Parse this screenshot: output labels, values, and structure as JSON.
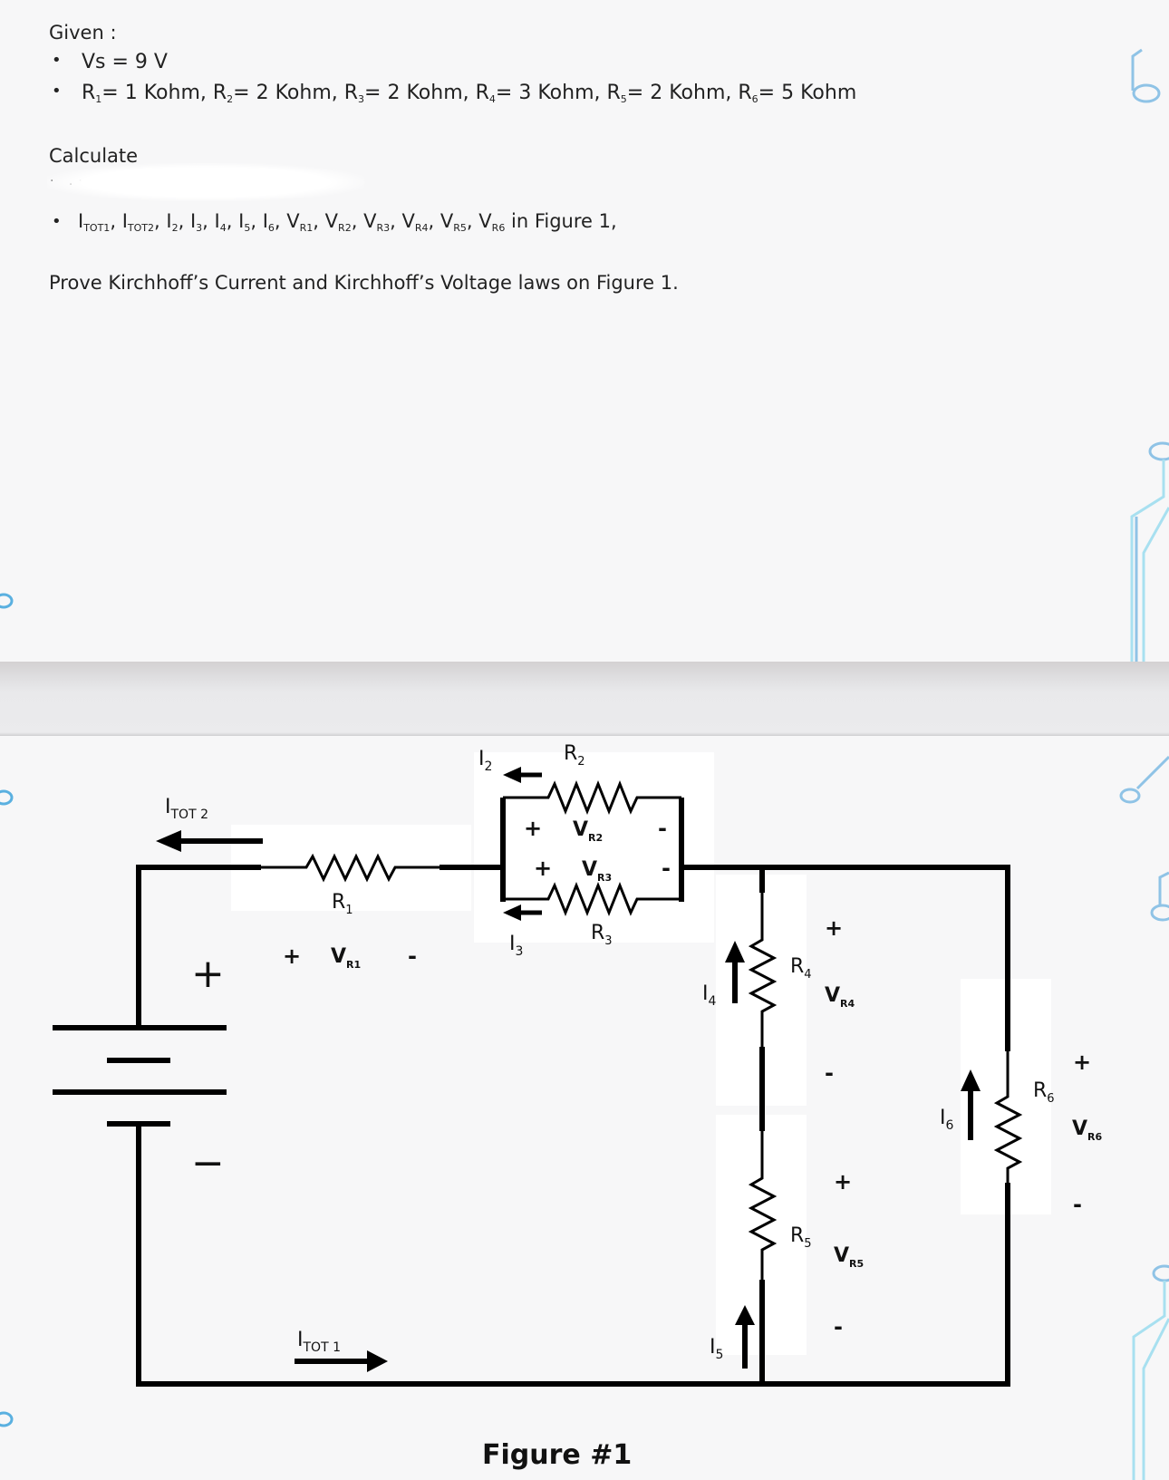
{
  "given": {
    "heading": "Given :",
    "items": [
      {
        "text": "Vs = 9 V"
      },
      {
        "resistors": [
          {
            "name": "R",
            "sub": "1",
            "value": "= 1 Kohm,"
          },
          {
            "name": "R",
            "sub": "2",
            "value": "= 2 Kohm,"
          },
          {
            "name": "R",
            "sub": "3",
            "value": "= 2 Kohm,"
          },
          {
            "name": "R",
            "sub": "4",
            "value": "= 3 Kohm,"
          },
          {
            "name": "R",
            "sub": "5",
            "value": "= 2 Kohm,"
          },
          {
            "name": "R",
            "sub": "6",
            "value": "= 5 Kohm"
          }
        ]
      }
    ]
  },
  "calculate": {
    "heading": "Calculate",
    "quantities": [
      {
        "base": "I",
        "sub": "TOT1"
      },
      {
        "base": "I",
        "sub": "TOT2"
      },
      {
        "base": "I",
        "sub": "2"
      },
      {
        "base": "I",
        "sub": "3"
      },
      {
        "base": "I",
        "sub": "4"
      },
      {
        "base": "I",
        "sub": "5"
      },
      {
        "base": "I",
        "sub": "6"
      },
      {
        "base": "V",
        "sub": "R1"
      },
      {
        "base": "V",
        "sub": "R2"
      },
      {
        "base": "V",
        "sub": "R3"
      },
      {
        "base": "V",
        "sub": "R4"
      },
      {
        "base": "V",
        "sub": "R5"
      },
      {
        "base": "V",
        "sub": "R6"
      }
    ],
    "suffix": "in Figure 1,",
    "separator": ","
  },
  "prove": "Prove Kirchhoff’s Current and Kirchhoff’s Voltage laws on Figure 1.",
  "figure": {
    "caption": "Figure #1",
    "labels": {
      "itot2": {
        "base": "I",
        "sub": "TOT 2"
      },
      "itot1": {
        "base": "I",
        "sub": "TOT 1"
      },
      "i2": {
        "base": "I",
        "sub": "2"
      },
      "i3": {
        "base": "I",
        "sub": "3"
      },
      "i4": {
        "base": "I",
        "sub": "4"
      },
      "i5": {
        "base": "I",
        "sub": "5"
      },
      "i6": {
        "base": "I",
        "sub": "6"
      },
      "r1": {
        "base": "R",
        "sub": "1"
      },
      "r2": {
        "base": "R",
        "sub": "2"
      },
      "r3": {
        "base": "R",
        "sub": "3"
      },
      "r4": {
        "base": "R",
        "sub": "4"
      },
      "r5": {
        "base": "R",
        "sub": "5"
      },
      "r6": {
        "base": "R",
        "sub": "6"
      },
      "vr1": {
        "base": "V",
        "sub": "R1"
      },
      "vr2": {
        "base": "V",
        "sub": "R2"
      },
      "vr3": {
        "base": "V",
        "sub": "R3"
      },
      "vr4": {
        "base": "V",
        "sub": "R4"
      },
      "vr5": {
        "base": "V",
        "sub": "R5"
      },
      "vr6": {
        "base": "V",
        "sub": "R6"
      },
      "plus": "+",
      "minus": "-",
      "battery_plus": "+",
      "battery_minus": "−"
    }
  },
  "colors": {
    "decor_circuit": "#8fc3e6",
    "decor_circuit_light": "#a8e0f0",
    "wire": "#000000",
    "background": "#f7f7f8"
  }
}
